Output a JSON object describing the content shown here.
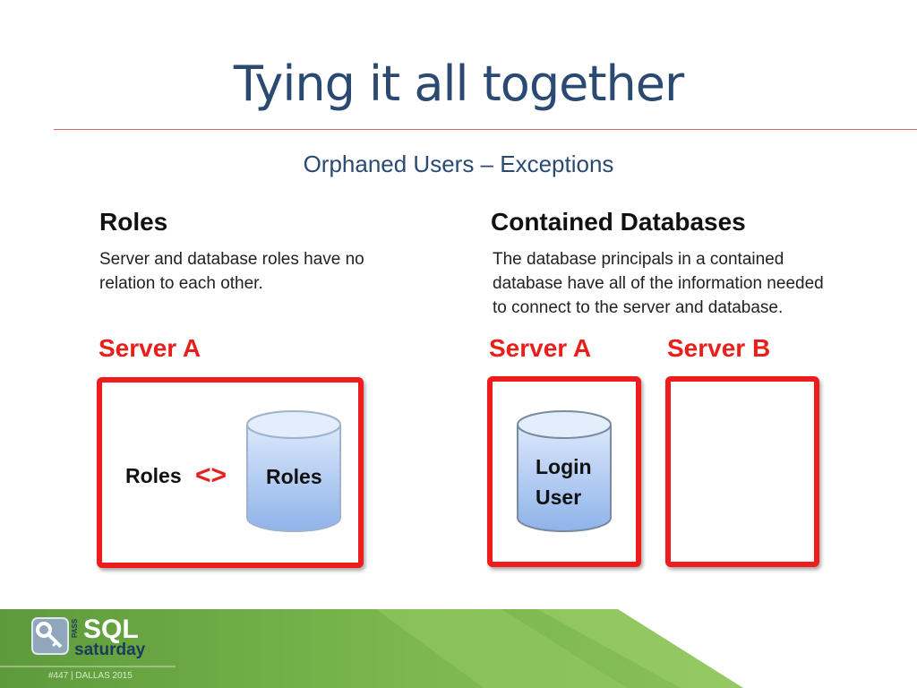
{
  "slide": {
    "title": "Tying it all together",
    "subtitle": "Orphaned Users – Exceptions"
  },
  "left": {
    "heading": "Roles",
    "description_lines": [
      "Server and database roles have no",
      "relation to each other."
    ],
    "server_label": "Server A",
    "inner_label": "Roles",
    "operator": "<>",
    "cylinder_label": "Roles"
  },
  "right": {
    "heading": "Contained Databases",
    "description_lines": [
      "The database principals in a contained",
      "database have all of the information needed",
      "to connect to the server and database."
    ],
    "server_a_label": "Server A",
    "server_b_label": "Server B",
    "cylinder_lines": [
      "Login",
      "User"
    ]
  },
  "footer": {
    "logo_sql": "SQL",
    "logo_saturday": "saturday",
    "logo_pass": "PASS",
    "event": "#447 | DALLAS 2015"
  },
  "colors": {
    "title": "#2a4a72",
    "accent_red": "#e8201c",
    "cylinder_fill": "#a9c6f0",
    "footer_green": "#6aa84f"
  }
}
